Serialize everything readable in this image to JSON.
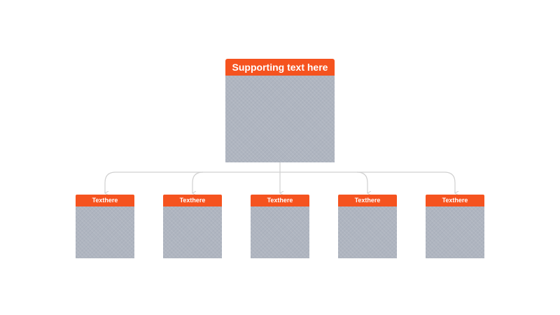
{
  "colors": {
    "header": "#f5531f",
    "body": "#afb5c0",
    "connector": "#d0d0d0"
  },
  "top_node": {
    "title": "Supporting text here"
  },
  "children": [
    {
      "title": "Texthere"
    },
    {
      "title": "Texthere"
    },
    {
      "title": "Texthere"
    },
    {
      "title": "Texthere"
    },
    {
      "title": "Texthere"
    }
  ]
}
